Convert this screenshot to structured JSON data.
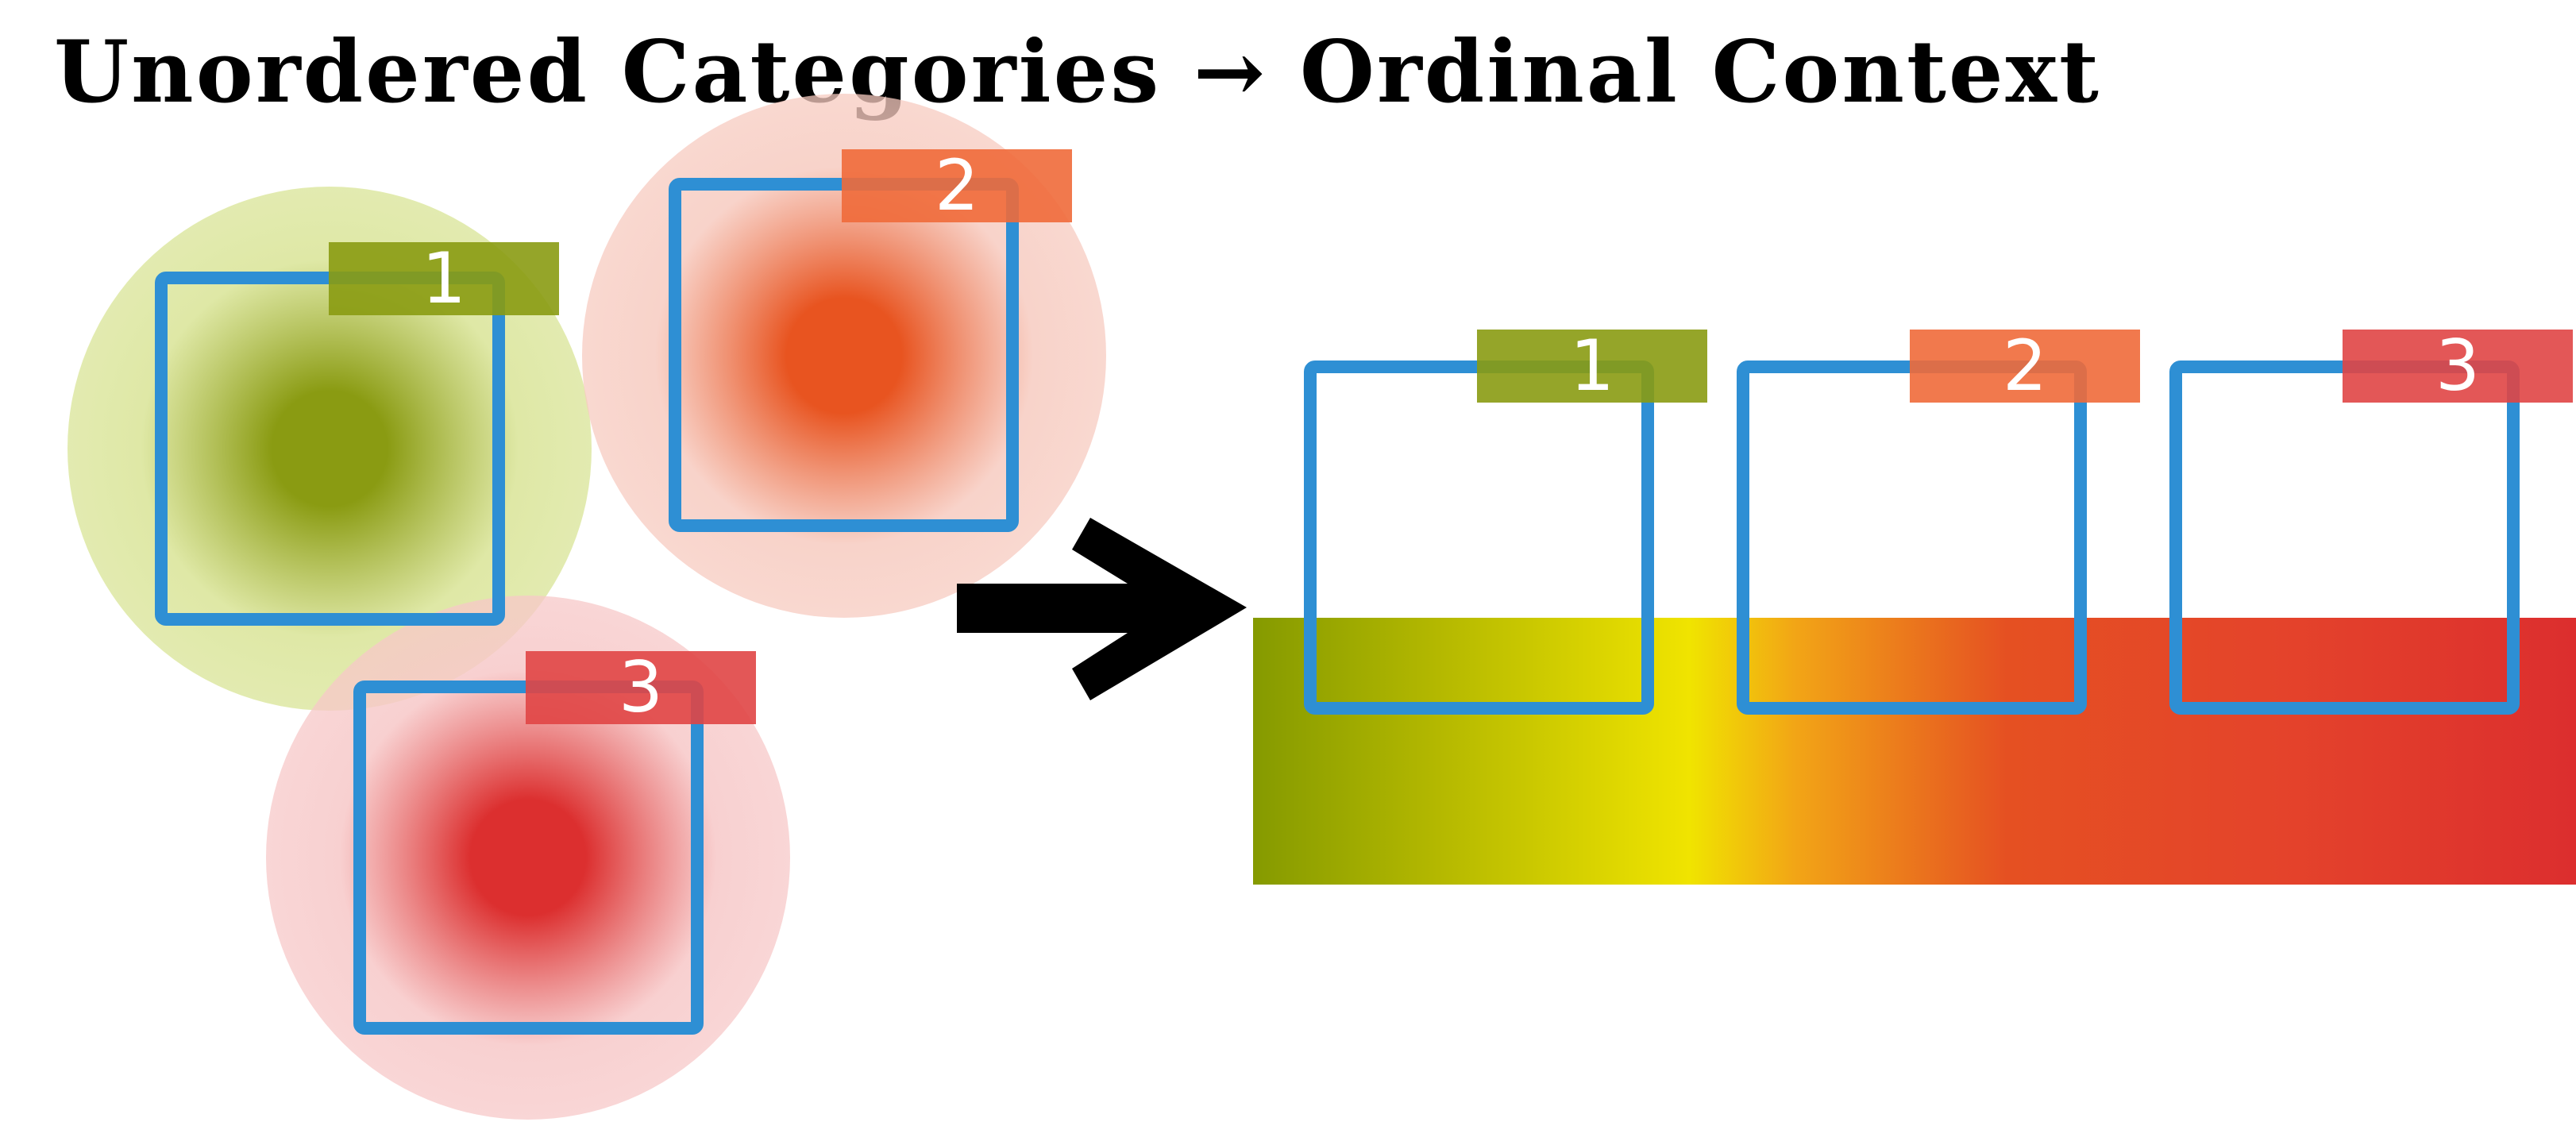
{
  "title": "Unordered Categories → Ordinal Context",
  "colors": {
    "box_border": "#2e8fd4",
    "arrow": "#000000",
    "badge_text": "#ffffff",
    "gradient": [
      "#859a00",
      "#b4b800",
      "#f0e400",
      "#f2a516",
      "#e55022",
      "#e4432b",
      "#dc2e2e"
    ]
  },
  "categories": [
    {
      "label": "1",
      "color": "#8a9b12",
      "badge_color": "#8a9b12",
      "halo_light": "#d9e496"
    },
    {
      "label": "2",
      "color": "#e85420",
      "badge_color": "#ef6a3a",
      "halo_light": "#f7cbc0"
    },
    {
      "label": "3",
      "color": "#dc2f2f",
      "badge_color": "#e04545",
      "halo_light": "#f7c8c8"
    }
  ],
  "left_panel": {
    "name": "unordered"
  },
  "right_panel": {
    "name": "ordinal"
  }
}
